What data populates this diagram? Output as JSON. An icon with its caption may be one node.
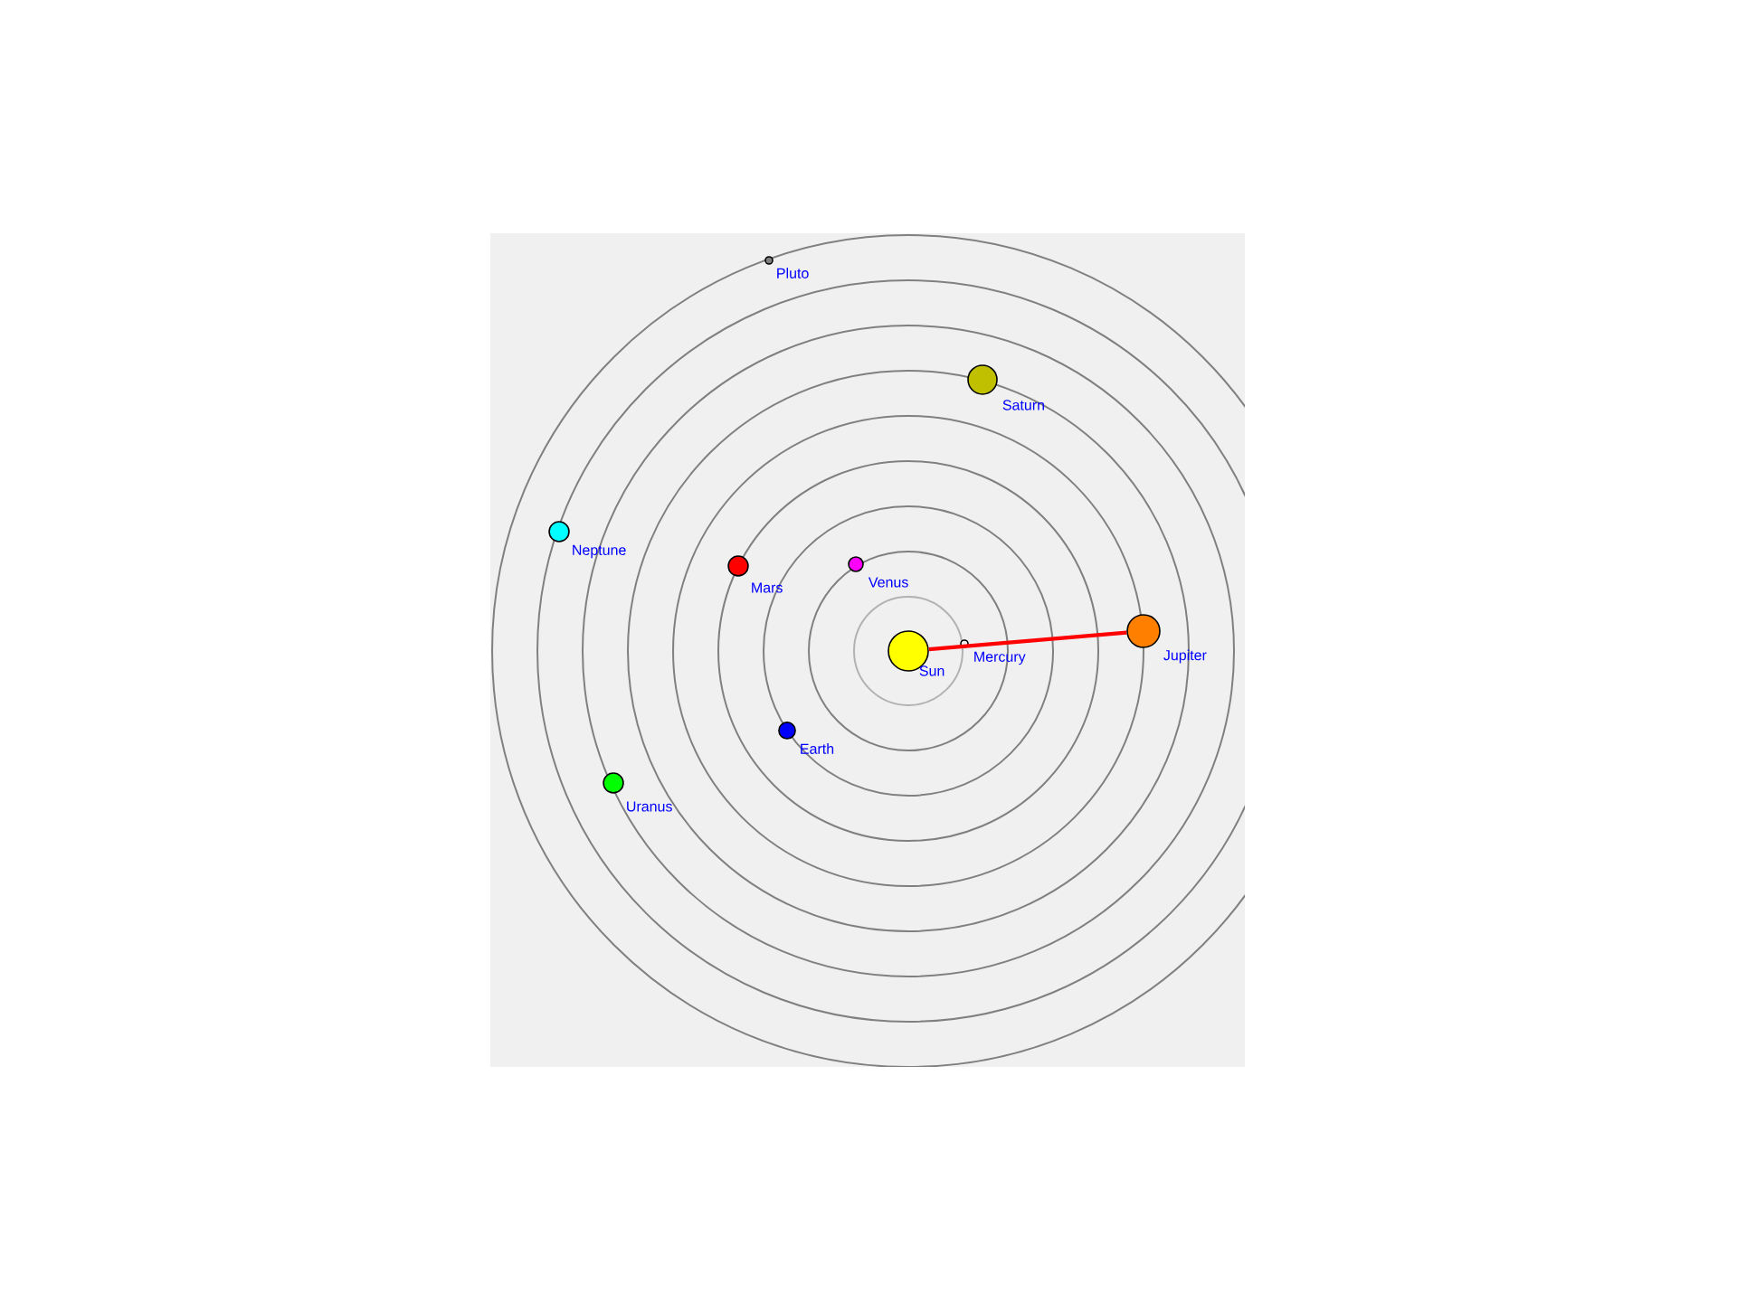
{
  "diagram": {
    "nodes": [
      {
        "text": [],
        "shape": "circle",
        "beside": [
          "Sun"
        ]
      },
      {
        "text": [],
        "shape": "circle",
        "beside": [
          "Mercury"
        ]
      },
      {
        "text": [],
        "shape": "circle",
        "beside": [
          "Venus"
        ]
      },
      {
        "text": [],
        "shape": "circle",
        "beside": [
          "Earth"
        ]
      },
      {
        "text": [],
        "shape": "circle",
        "beside": [
          "Mars"
        ]
      },
      {
        "text": [],
        "shape": "circle",
        "beside": [
          "Jupiter"
        ]
      },
      {
        "text": [],
        "shape": "circle",
        "beside": [
          "Saturn"
        ]
      },
      {
        "text": [],
        "shape": "circle",
        "beside": [
          "Uranus"
        ]
      },
      {
        "text": [],
        "shape": "circle",
        "beside": [
          "Neptune"
        ]
      },
      {
        "text": [],
        "shape": "circle",
        "beside": [
          "Pluto"
        ]
      }
    ],
    "edges": [
      {
        "from": 0,
        "to": 5,
        "arrow": "none",
        "color": "#ff0000"
      }
    ]
  }
}
